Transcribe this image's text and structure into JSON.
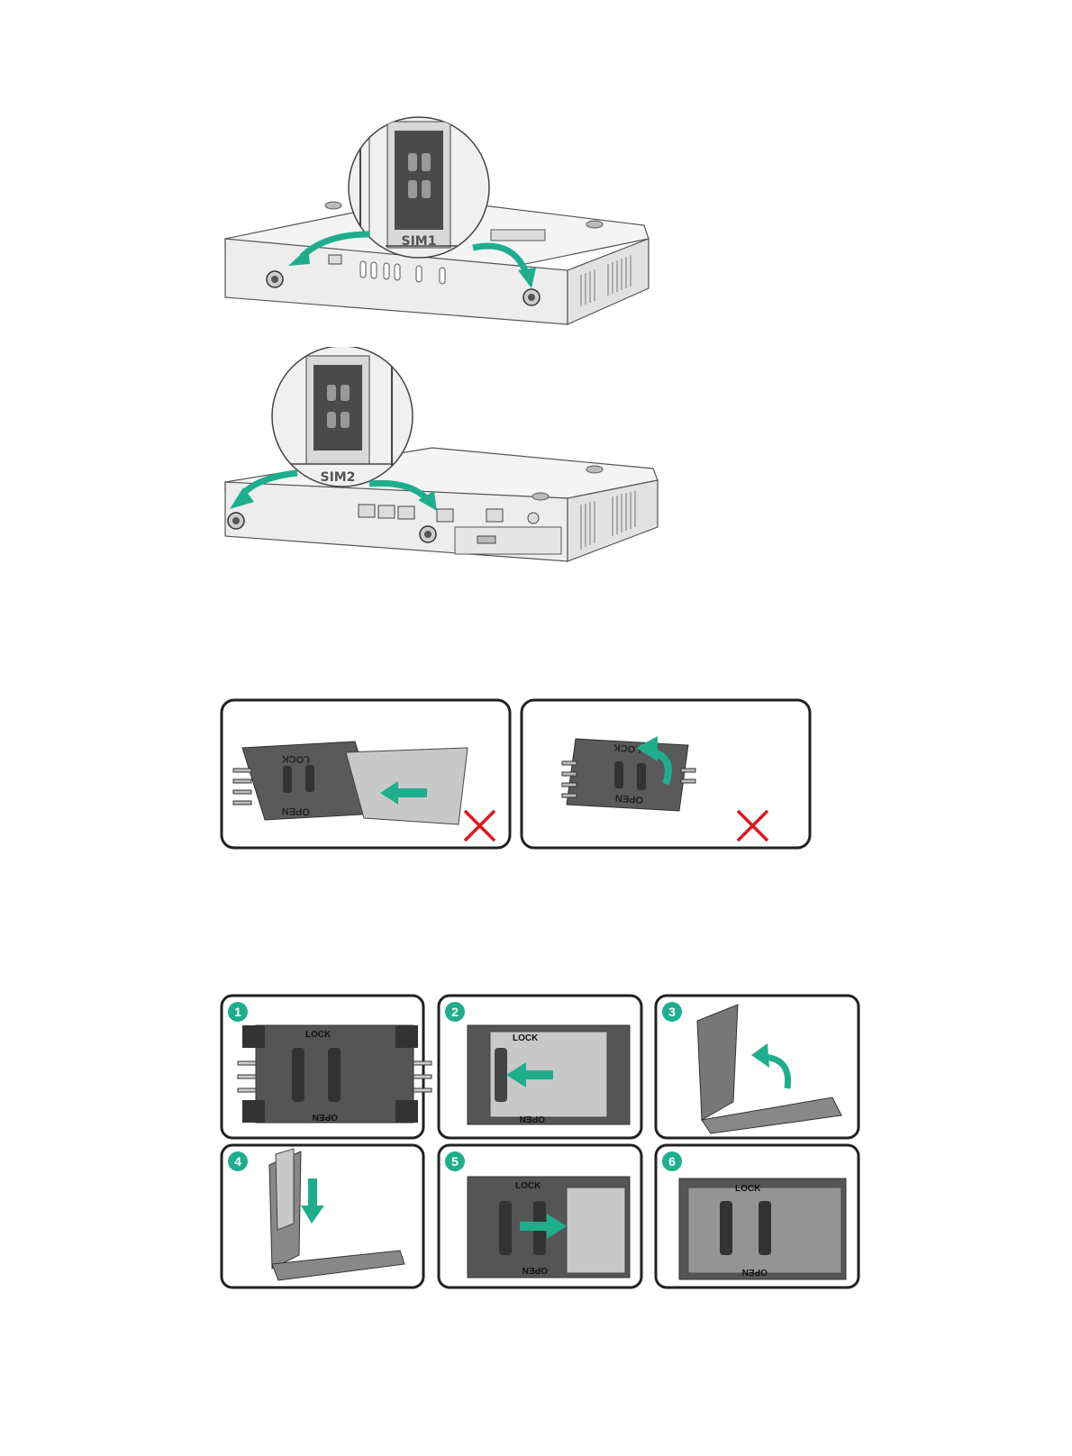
{
  "labels": {
    "sim1": "SIM1",
    "sim2": "SIM2",
    "lock": "LOCK",
    "open": "OPEN"
  },
  "steps": [
    "1",
    "2",
    "3",
    "4",
    "5",
    "6"
  ],
  "colors": {
    "arrow": "#1fae8c",
    "cross": "#e0161d",
    "tray": "#5a5a5a",
    "tray_dark": "#333333",
    "card": "#c8c8c8",
    "chassis": "#efefef"
  },
  "icons": [
    "curved-arrow-icon",
    "straight-arrow-icon",
    "cross-icon"
  ]
}
